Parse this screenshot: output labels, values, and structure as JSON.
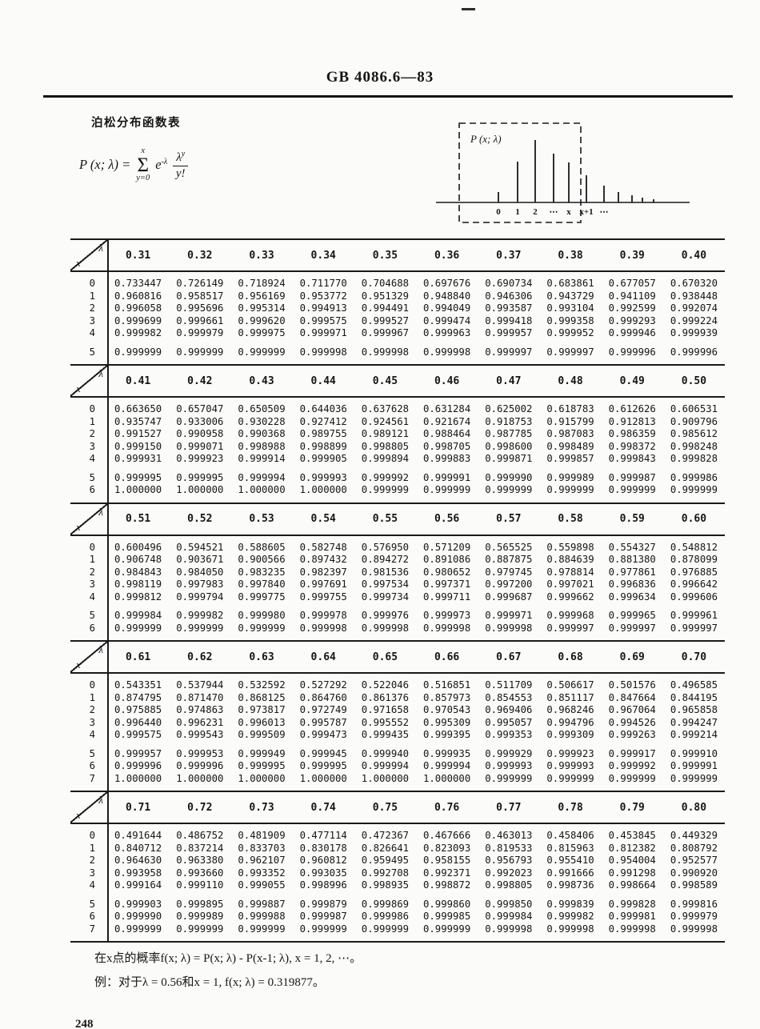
{
  "page": {
    "doc_number": "GB 4086.6—83",
    "page_number": "248"
  },
  "title": "泊松分布函数表",
  "formula": {
    "lhs": "P (x; λ) =",
    "sigma": "Σ",
    "sigma_upper": "x",
    "sigma_lower": "y=0",
    "e_base": "e",
    "e_exp": "-λ",
    "frac_num_base": "λ",
    "frac_num_sup": "y",
    "frac_den": "y!"
  },
  "diagram": {
    "label": "P (x; λ)",
    "axis_labels": [
      "0",
      "1",
      "2",
      "⋯",
      "x",
      "x+1",
      "⋯"
    ],
    "bar_xs": [
      83,
      107,
      129,
      152,
      171,
      193,
      215,
      233,
      250,
      263,
      277
    ],
    "bar_heights": [
      13,
      51,
      78,
      61,
      50,
      34,
      21,
      13,
      9,
      6,
      4
    ]
  },
  "table_header": {
    "lambda_symbol": "λ",
    "x_symbol": "x"
  },
  "tables": [
    {
      "lambdas": [
        "0.31",
        "0.32",
        "0.33",
        "0.34",
        "0.35",
        "0.36",
        "0.37",
        "0.38",
        "0.39",
        "0.40"
      ],
      "gap_at": "5",
      "rows": [
        {
          "x": "0",
          "values": [
            "0.733447",
            "0.726149",
            "0.718924",
            "0.711770",
            "0.704688",
            "0.697676",
            "0.690734",
            "0.683861",
            "0.677057",
            "0.670320"
          ]
        },
        {
          "x": "1",
          "values": [
            "0.960816",
            "0.958517",
            "0.956169",
            "0.953772",
            "0.951329",
            "0.948840",
            "0.946306",
            "0.943729",
            "0.941109",
            "0.938448"
          ]
        },
        {
          "x": "2",
          "values": [
            "0.996058",
            "0.995696",
            "0.995314",
            "0.994913",
            "0.994491",
            "0.994049",
            "0.993587",
            "0.993104",
            "0.992599",
            "0.992074"
          ]
        },
        {
          "x": "3",
          "values": [
            "0.999699",
            "0.999661",
            "0.999620",
            "0.999575",
            "0.999527",
            "0.999474",
            "0.999418",
            "0.999358",
            "0.999293",
            "0.999224"
          ]
        },
        {
          "x": "4",
          "values": [
            "0.999982",
            "0.999979",
            "0.999975",
            "0.999971",
            "0.999967",
            "0.999963",
            "0.999957",
            "0.999952",
            "0.999946",
            "0.999939"
          ]
        },
        {
          "x": "5",
          "values": [
            "0.999999",
            "0.999999",
            "0.999999",
            "0.999998",
            "0.999998",
            "0.999998",
            "0.999997",
            "0.999997",
            "0.999996",
            "0.999996"
          ]
        }
      ]
    },
    {
      "lambdas": [
        "0.41",
        "0.42",
        "0.43",
        "0.44",
        "0.45",
        "0.46",
        "0.47",
        "0.48",
        "0.49",
        "0.50"
      ],
      "gap_at": "5",
      "rows": [
        {
          "x": "0",
          "values": [
            "0.663650",
            "0.657047",
            "0.650509",
            "0.644036",
            "0.637628",
            "0.631284",
            "0.625002",
            "0.618783",
            "0.612626",
            "0.606531"
          ]
        },
        {
          "x": "1",
          "values": [
            "0.935747",
            "0.933006",
            "0.930228",
            "0.927412",
            "0.924561",
            "0.921674",
            "0.918753",
            "0.915799",
            "0.912813",
            "0.909796"
          ]
        },
        {
          "x": "2",
          "values": [
            "0.991527",
            "0.990958",
            "0.990368",
            "0.989755",
            "0.989121",
            "0.988464",
            "0.987785",
            "0.987083",
            "0.986359",
            "0.985612"
          ]
        },
        {
          "x": "3",
          "values": [
            "0.999150",
            "0.999071",
            "0.998988",
            "0.998899",
            "0.998805",
            "0.998705",
            "0.998600",
            "0.998489",
            "0.998372",
            "0.998248"
          ]
        },
        {
          "x": "4",
          "values": [
            "0.999931",
            "0.999923",
            "0.999914",
            "0.999905",
            "0.999894",
            "0.999883",
            "0.999871",
            "0.999857",
            "0.999843",
            "0.999828"
          ]
        },
        {
          "x": "5",
          "values": [
            "0.999995",
            "0.999995",
            "0.999994",
            "0.999993",
            "0.999992",
            "0.999991",
            "0.999990",
            "0.999989",
            "0.999987",
            "0.999986"
          ]
        },
        {
          "x": "6",
          "values": [
            "1.000000",
            "1.000000",
            "1.000000",
            "1.000000",
            "0.999999",
            "0.999999",
            "0.999999",
            "0.999999",
            "0.999999",
            "0.999999"
          ]
        }
      ]
    },
    {
      "lambdas": [
        "0.51",
        "0.52",
        "0.53",
        "0.54",
        "0.55",
        "0.56",
        "0.57",
        "0.58",
        "0.59",
        "0.60"
      ],
      "gap_at": "5",
      "rows": [
        {
          "x": "0",
          "values": [
            "0.600496",
            "0.594521",
            "0.588605",
            "0.582748",
            "0.576950",
            "0.571209",
            "0.565525",
            "0.559898",
            "0.554327",
            "0.548812"
          ]
        },
        {
          "x": "1",
          "values": [
            "0.906748",
            "0.903671",
            "0.900566",
            "0.897432",
            "0.894272",
            "0.891086",
            "0.887875",
            "0.884639",
            "0.881380",
            "0.878099"
          ]
        },
        {
          "x": "2",
          "values": [
            "0.984843",
            "0.984050",
            "0.983235",
            "0.982397",
            "0.981536",
            "0.980652",
            "0.979745",
            "0.978814",
            "0.977861",
            "0.976885"
          ]
        },
        {
          "x": "3",
          "values": [
            "0.998119",
            "0.997983",
            "0.997840",
            "0.997691",
            "0.997534",
            "0.997371",
            "0.997200",
            "0.997021",
            "0.996836",
            "0.996642"
          ]
        },
        {
          "x": "4",
          "values": [
            "0.999812",
            "0.999794",
            "0.999775",
            "0.999755",
            "0.999734",
            "0.999711",
            "0.999687",
            "0.999662",
            "0.999634",
            "0.999606"
          ]
        },
        {
          "x": "5",
          "values": [
            "0.999984",
            "0.999982",
            "0.999980",
            "0.999978",
            "0.999976",
            "0.999973",
            "0.999971",
            "0.999968",
            "0.999965",
            "0.999961"
          ]
        },
        {
          "x": "6",
          "values": [
            "0.999999",
            "0.999999",
            "0.999999",
            "0.999998",
            "0.999998",
            "0.999998",
            "0.999998",
            "0.999997",
            "0.999997",
            "0.999997"
          ]
        }
      ]
    },
    {
      "lambdas": [
        "0.61",
        "0.62",
        "0.63",
        "0.64",
        "0.65",
        "0.66",
        "0.67",
        "0.68",
        "0.69",
        "0.70"
      ],
      "gap_at": "5",
      "rows": [
        {
          "x": "0",
          "values": [
            "0.543351",
            "0.537944",
            "0.532592",
            "0.527292",
            "0.522046",
            "0.516851",
            "0.511709",
            "0.506617",
            "0.501576",
            "0.496585"
          ]
        },
        {
          "x": "1",
          "values": [
            "0.874795",
            "0.871470",
            "0.868125",
            "0.864760",
            "0.861376",
            "0.857973",
            "0.854553",
            "0.851117",
            "0.847664",
            "0.844195"
          ]
        },
        {
          "x": "2",
          "values": [
            "0.975885",
            "0.974863",
            "0.973817",
            "0.972749",
            "0.971658",
            "0.970543",
            "0.969406",
            "0.968246",
            "0.967064",
            "0.965858"
          ]
        },
        {
          "x": "3",
          "values": [
            "0.996440",
            "0.996231",
            "0.996013",
            "0.995787",
            "0.995552",
            "0.995309",
            "0.995057",
            "0.994796",
            "0.994526",
            "0.994247"
          ]
        },
        {
          "x": "4",
          "values": [
            "0.999575",
            "0.999543",
            "0.999509",
            "0.999473",
            "0.999435",
            "0.999395",
            "0.999353",
            "0.999309",
            "0.999263",
            "0.999214"
          ]
        },
        {
          "x": "5",
          "values": [
            "0.999957",
            "0.999953",
            "0.999949",
            "0.999945",
            "0.999940",
            "0.999935",
            "0.999929",
            "0.999923",
            "0.999917",
            "0.999910"
          ]
        },
        {
          "x": "6",
          "values": [
            "0.999996",
            "0.999996",
            "0.999995",
            "0.999995",
            "0.999994",
            "0.999994",
            "0.999993",
            "0.999993",
            "0.999992",
            "0.999991"
          ]
        },
        {
          "x": "7",
          "values": [
            "1.000000",
            "1.000000",
            "1.000000",
            "1.000000",
            "1.000000",
            "1.000000",
            "0.999999",
            "0.999999",
            "0.999999",
            "0.999999"
          ]
        }
      ]
    },
    {
      "lambdas": [
        "0.71",
        "0.72",
        "0.73",
        "0.74",
        "0.75",
        "0.76",
        "0.77",
        "0.78",
        "0.79",
        "0.80"
      ],
      "gap_at": "5",
      "rows": [
        {
          "x": "0",
          "values": [
            "0.491644",
            "0.486752",
            "0.481909",
            "0.477114",
            "0.472367",
            "0.467666",
            "0.463013",
            "0.458406",
            "0.453845",
            "0.449329"
          ]
        },
        {
          "x": "1",
          "values": [
            "0.840712",
            "0.837214",
            "0.833703",
            "0.830178",
            "0.826641",
            "0.823093",
            "0.819533",
            "0.815963",
            "0.812382",
            "0.808792"
          ]
        },
        {
          "x": "2",
          "values": [
            "0.964630",
            "0.963380",
            "0.962107",
            "0.960812",
            "0.959495",
            "0.958155",
            "0.956793",
            "0.955410",
            "0.954004",
            "0.952577"
          ]
        },
        {
          "x": "3",
          "values": [
            "0.993958",
            "0.993660",
            "0.993352",
            "0.993035",
            "0.992708",
            "0.992371",
            "0.992023",
            "0.991666",
            "0.991298",
            "0.990920"
          ]
        },
        {
          "x": "4",
          "values": [
            "0.999164",
            "0.999110",
            "0.999055",
            "0.998996",
            "0.998935",
            "0.998872",
            "0.998805",
            "0.998736",
            "0.998664",
            "0.998589"
          ]
        },
        {
          "x": "5",
          "values": [
            "0.999903",
            "0.999895",
            "0.999887",
            "0.999879",
            "0.999869",
            "0.999860",
            "0.999850",
            "0.999839",
            "0.999828",
            "0.999816"
          ]
        },
        {
          "x": "6",
          "values": [
            "0.999990",
            "0.999989",
            "0.999988",
            "0.999987",
            "0.999986",
            "0.999985",
            "0.999984",
            "0.999982",
            "0.999981",
            "0.999979"
          ]
        },
        {
          "x": "7",
          "values": [
            "0.999999",
            "0.999999",
            "0.999999",
            "0.999999",
            "0.999999",
            "0.999999",
            "0.999998",
            "0.999998",
            "0.999998",
            "0.999998"
          ]
        }
      ]
    }
  ],
  "notes": {
    "line1": "在x点的概率f(x; λ) = P(x; λ) - P(x-1; λ), x = 1, 2, ⋯。",
    "line2": "例：对于λ = 0.56和x = 1, f(x; λ) = 0.319877。"
  }
}
